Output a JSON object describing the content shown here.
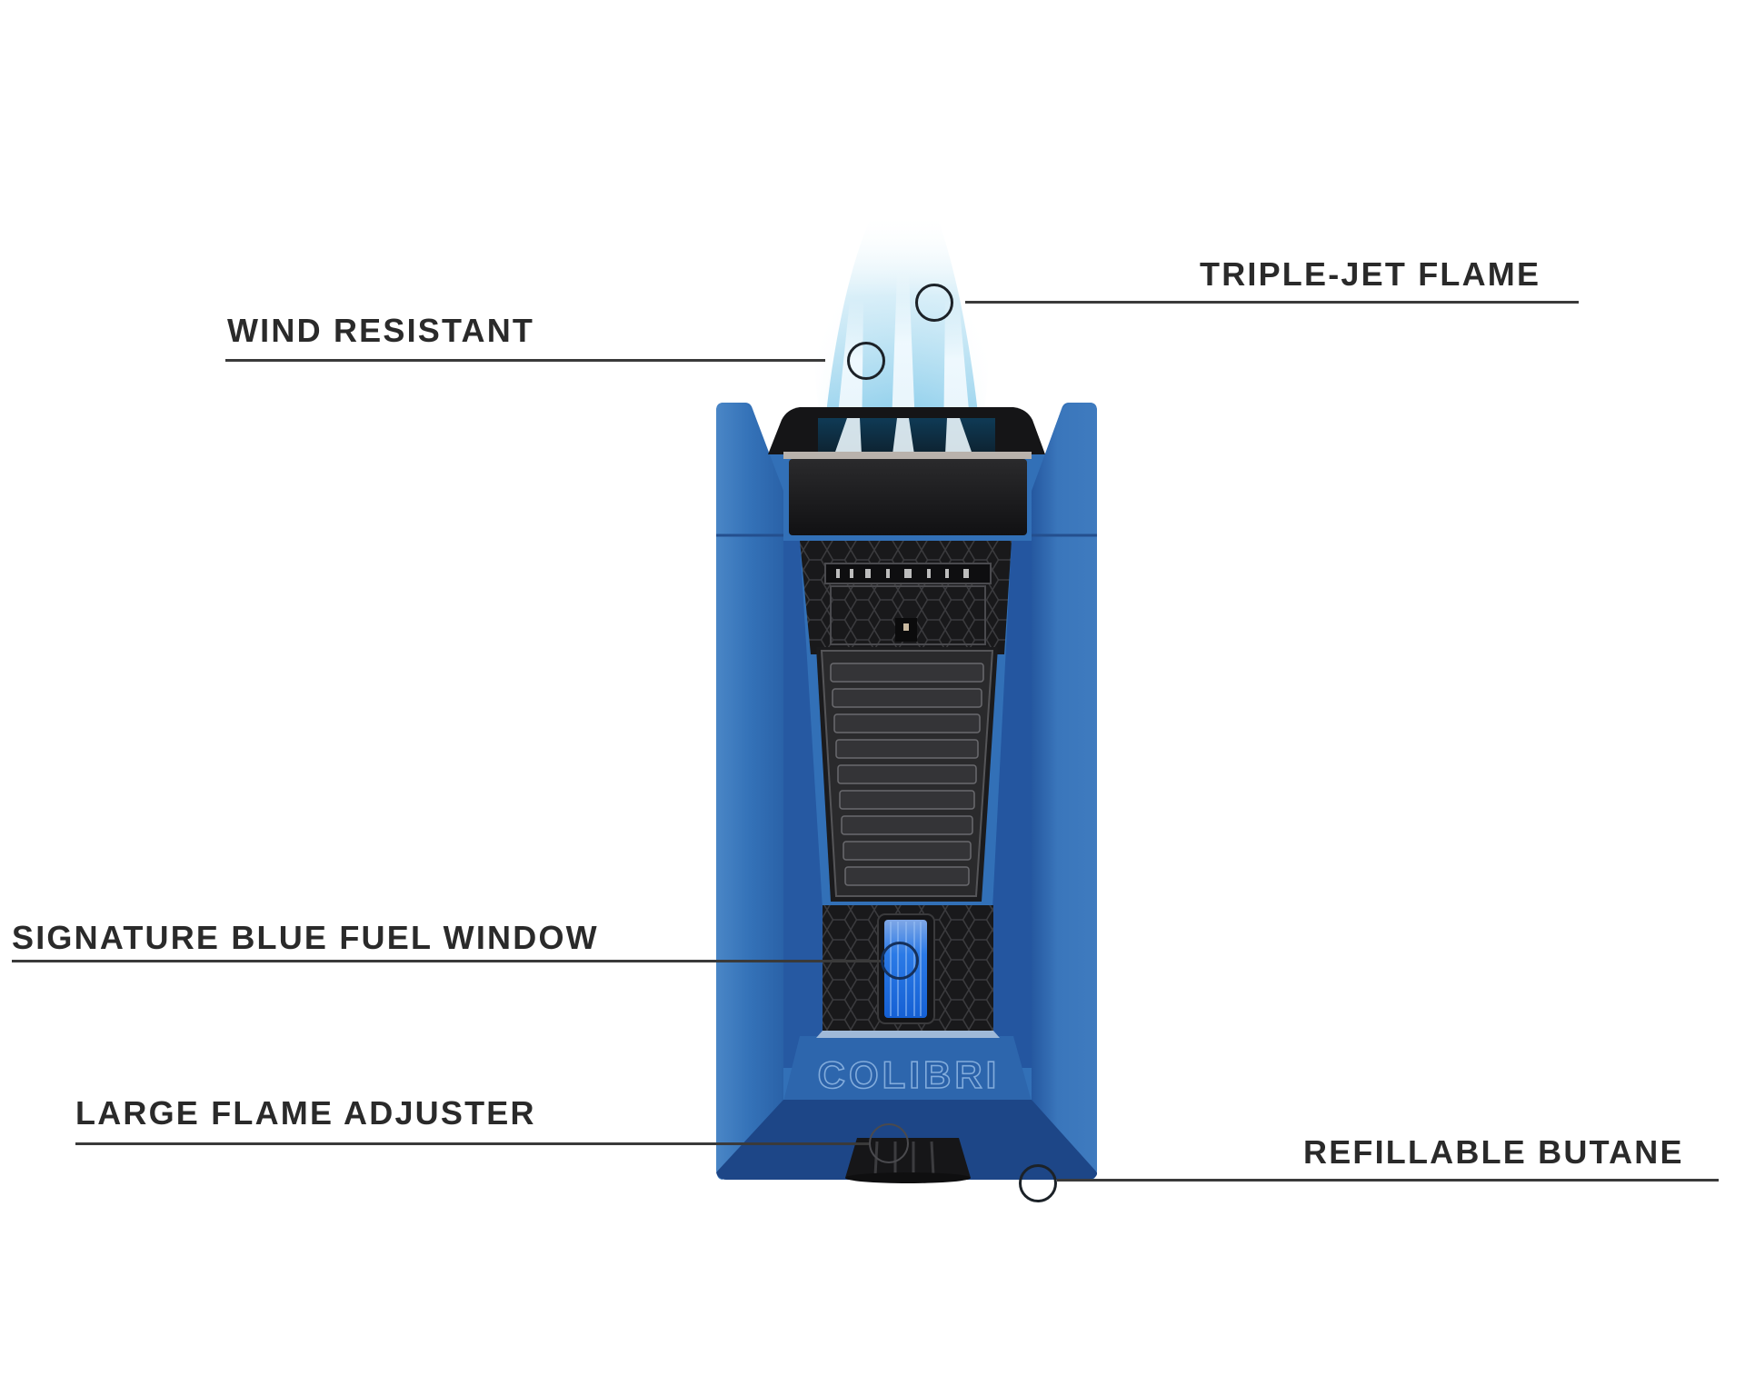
{
  "product": {
    "brand_mark": "COLIBRI",
    "colors": {
      "body_blue": "#2f6cb4",
      "body_blue_light": "#4a87c8",
      "body_blue_dark": "#1d4687",
      "black": "#1b1b1d",
      "fuel_window_blue": "#1f6fe0",
      "flame": "#8fd0ec"
    }
  },
  "callouts": [
    {
      "id": "triple-jet-flame",
      "label": "TRIPLE-JET FLAME"
    },
    {
      "id": "wind-resistant",
      "label": "WIND RESISTANT"
    },
    {
      "id": "signature-blue-fuel-window",
      "label": "SIGNATURE BLUE FUEL WINDOW"
    },
    {
      "id": "large-flame-adjuster",
      "label": "LARGE FLAME ADJUSTER"
    },
    {
      "id": "refillable-butane",
      "label": "REFILLABLE BUTANE"
    }
  ]
}
